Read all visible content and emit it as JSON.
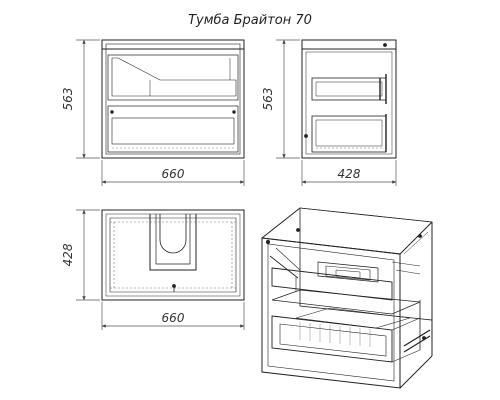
{
  "title": "Тумба  Брайтон 70",
  "colors": {
    "line": "#222222",
    "dim": "#555555",
    "hatch": "#777777",
    "bg": "#ffffff"
  },
  "views": {
    "front": {
      "height_label": "563",
      "width_label": "660"
    },
    "side": {
      "height_label": "563",
      "depth_label": "428"
    },
    "top": {
      "depth_label": "428",
      "width_label": "660"
    }
  }
}
